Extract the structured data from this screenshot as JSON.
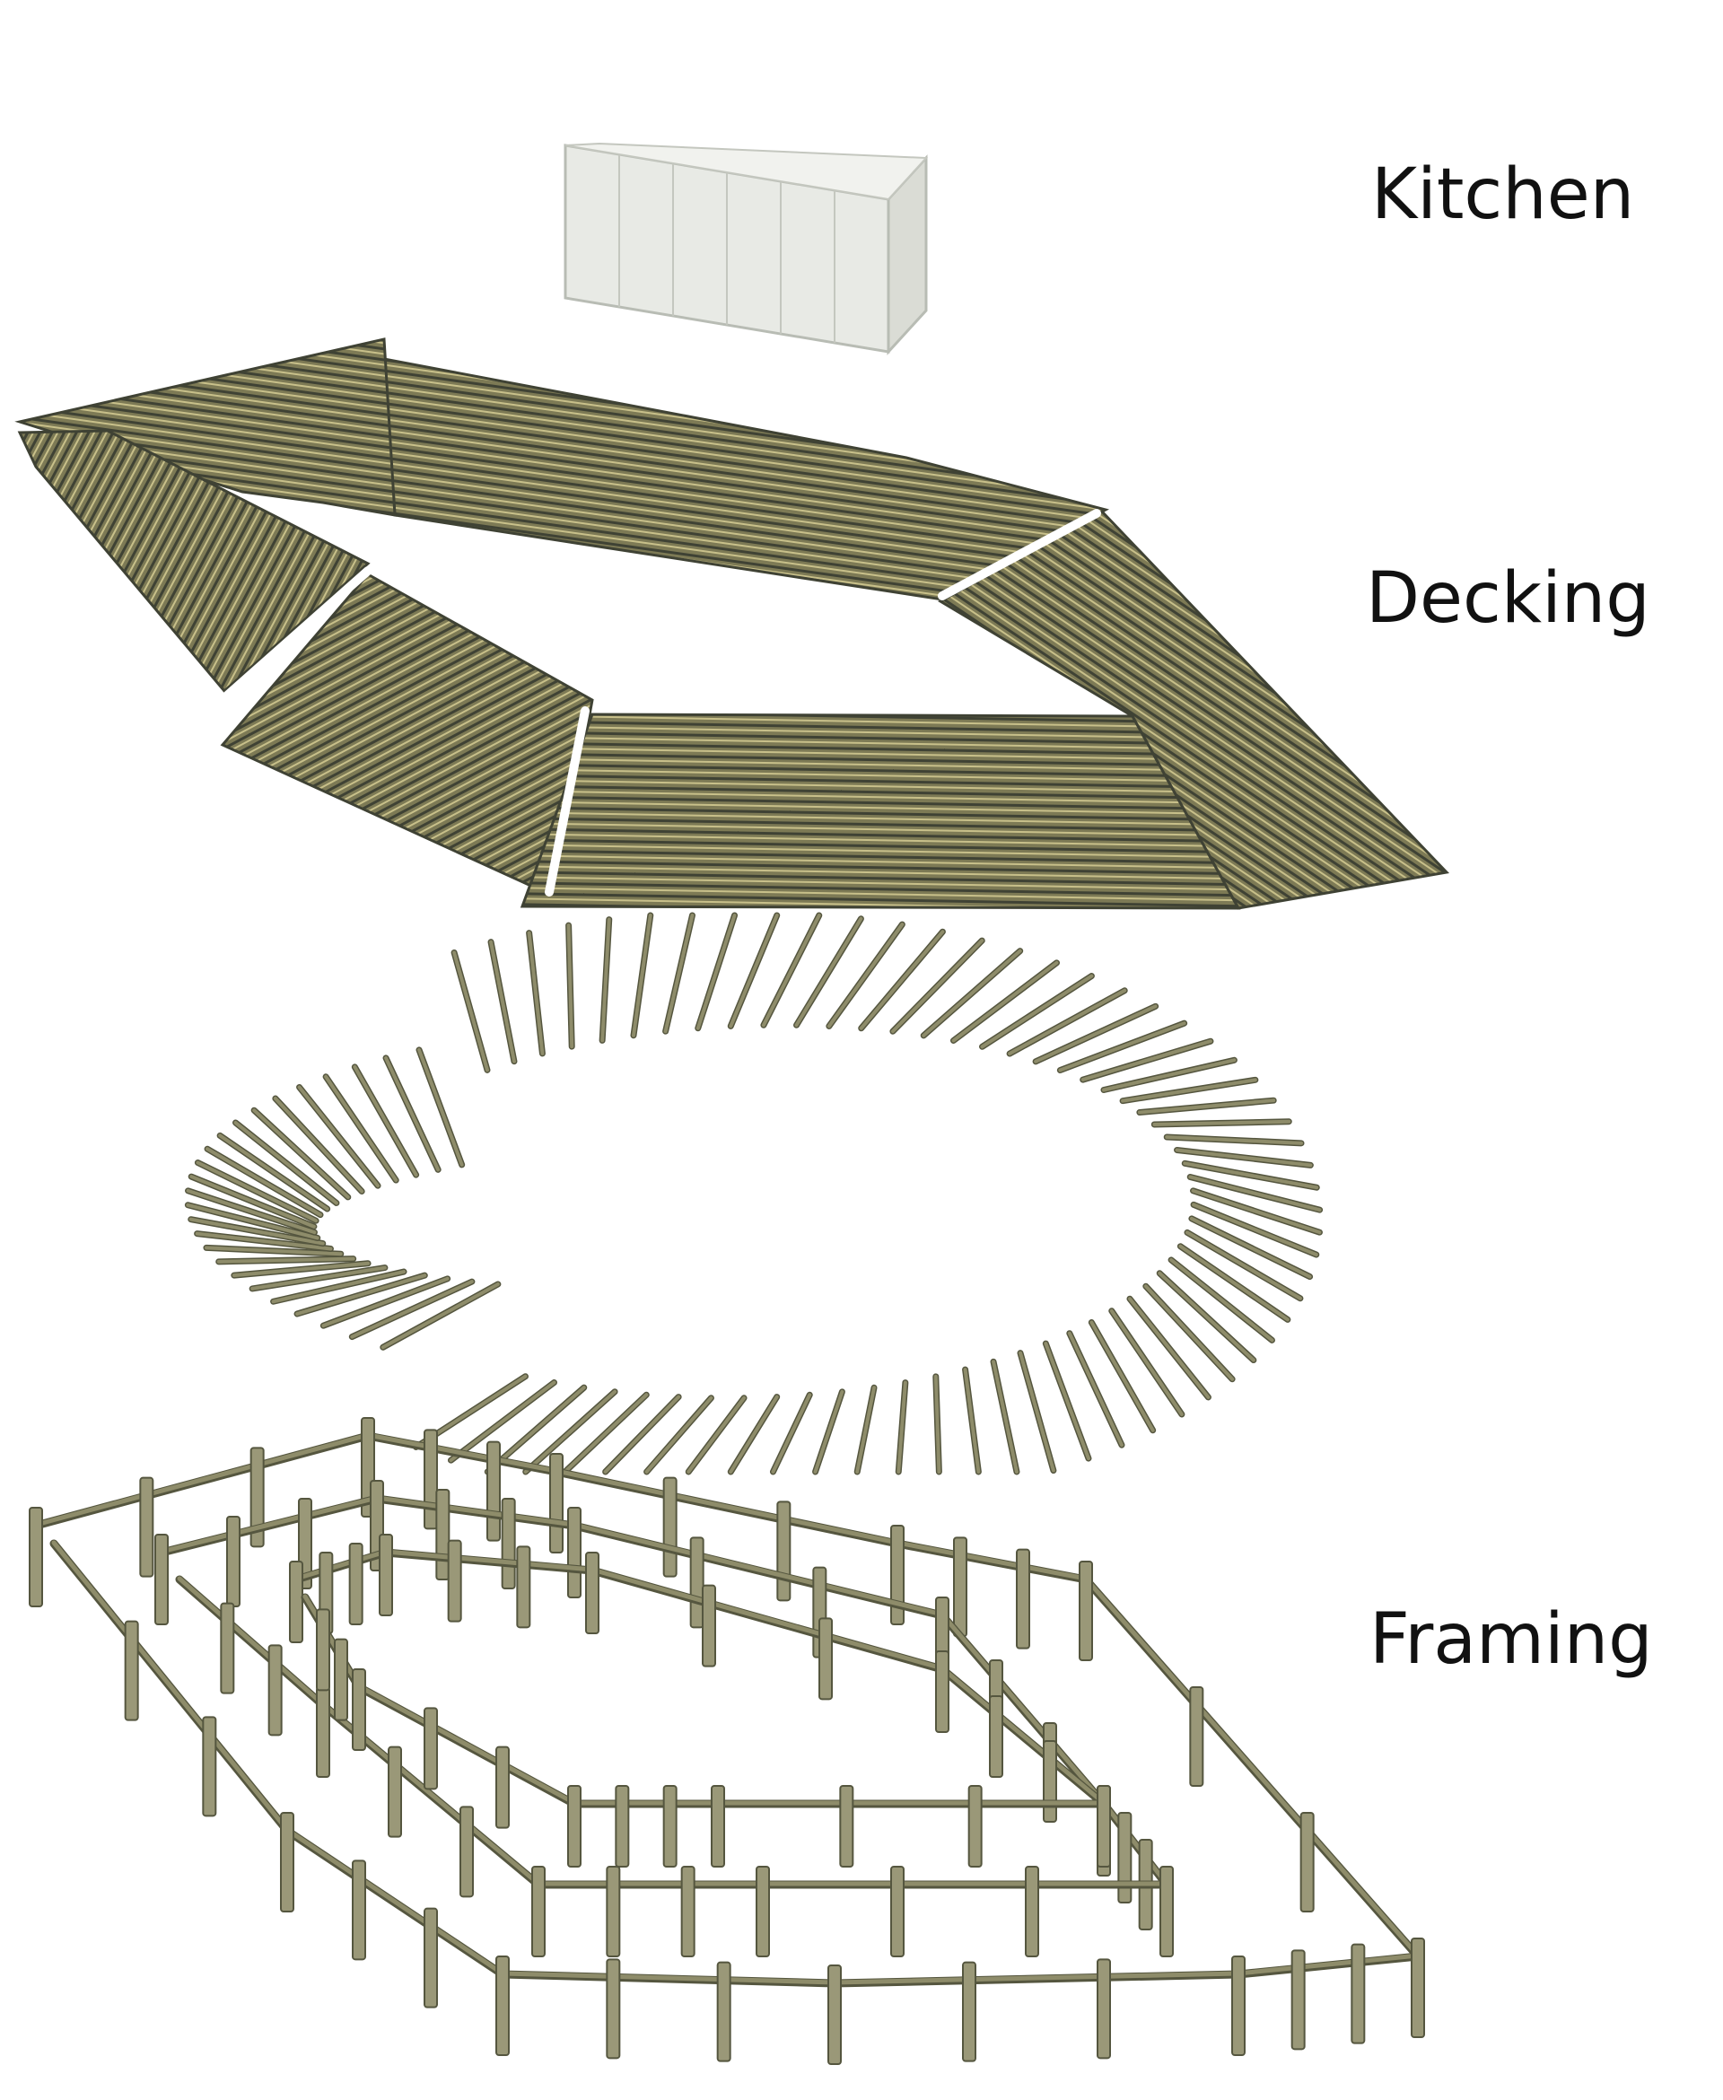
{
  "labels": {
    "kitchen": "Kitchen",
    "decking": "Decking",
    "framing": "Framing"
  },
  "layers": [
    {
      "id": "kitchen",
      "component": "glass-enclosure"
    },
    {
      "id": "decking",
      "component": "deck-board-panels",
      "panel_count": 6
    },
    {
      "id": "joists",
      "component": "joist-array"
    },
    {
      "id": "framing",
      "component": "post-and-beam-frame",
      "ring_count": 3
    }
  ],
  "colors": {
    "glass_fill": "#e6e8e2",
    "glass_edge": "#b8bcb4",
    "deck_dark": "#3f4234",
    "deck_light": "#c8c08a",
    "deck_base": "#7d7a55",
    "timber": "#8e8c6a",
    "timber_edge": "#55563f",
    "post": "#9a9878",
    "label": "#111111"
  }
}
